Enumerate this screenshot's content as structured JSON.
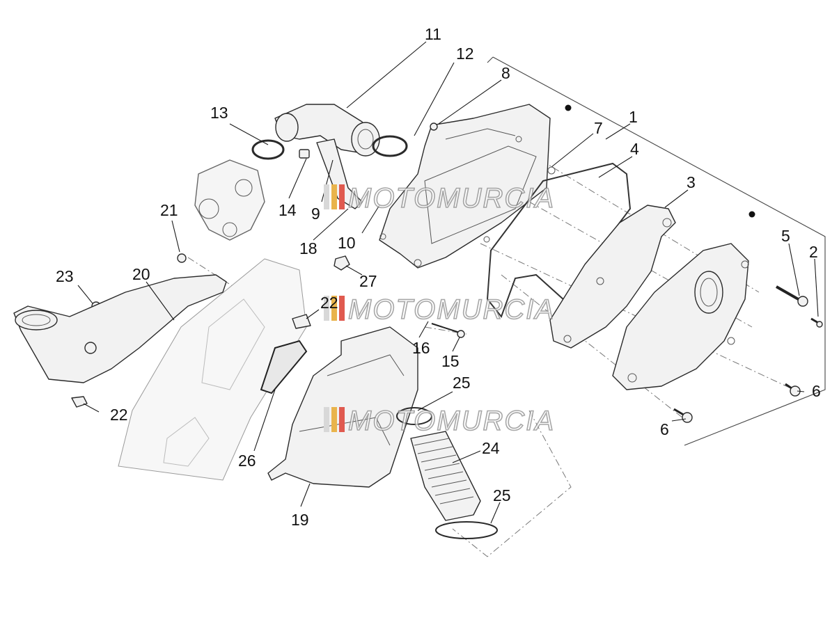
{
  "callouts": [
    "11",
    "12",
    "8",
    "13",
    "1",
    "7",
    "4",
    "3",
    "14",
    "9",
    "18",
    "10",
    "21",
    "5",
    "2",
    "27",
    "23",
    "20",
    "22",
    "16",
    "15",
    "6",
    "6",
    "25",
    "22",
    "26",
    "24",
    "25",
    "19"
  ],
  "watermark": {
    "text": "MOTOMURCIA",
    "colors": [
      "#d8d8d8",
      "#e9b44c",
      "#e05a4f"
    ]
  }
}
